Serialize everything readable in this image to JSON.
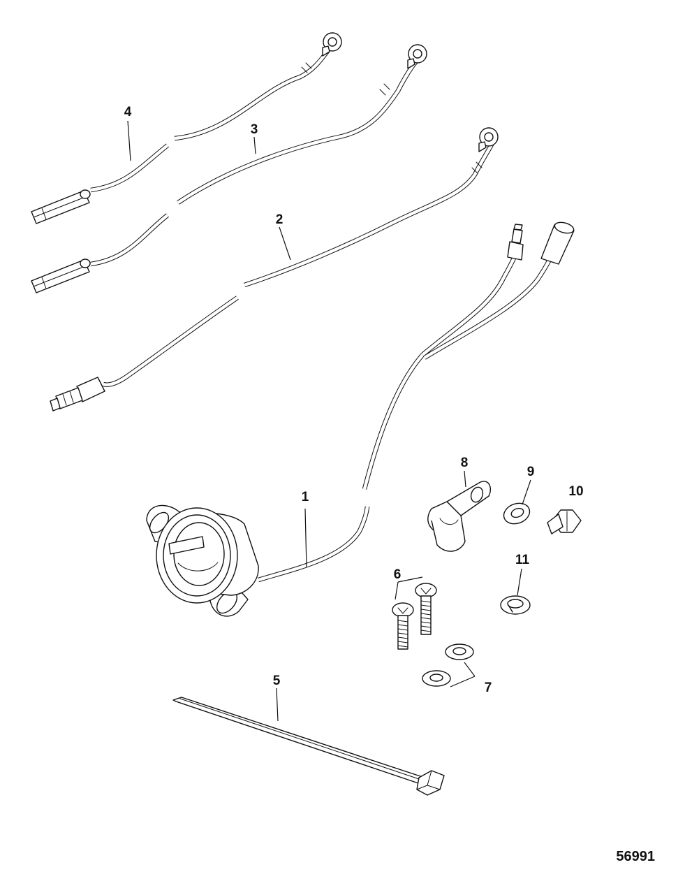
{
  "figure_number": "56991",
  "callouts": {
    "c1": "1",
    "c2": "2",
    "c3": "3",
    "c4": "4",
    "c5": "5",
    "c6": "6",
    "c7": "7",
    "c8": "8",
    "c9": "9",
    "c10": "10",
    "c11": "11"
  },
  "colors": {
    "line": "#111111",
    "background": "#ffffff"
  }
}
